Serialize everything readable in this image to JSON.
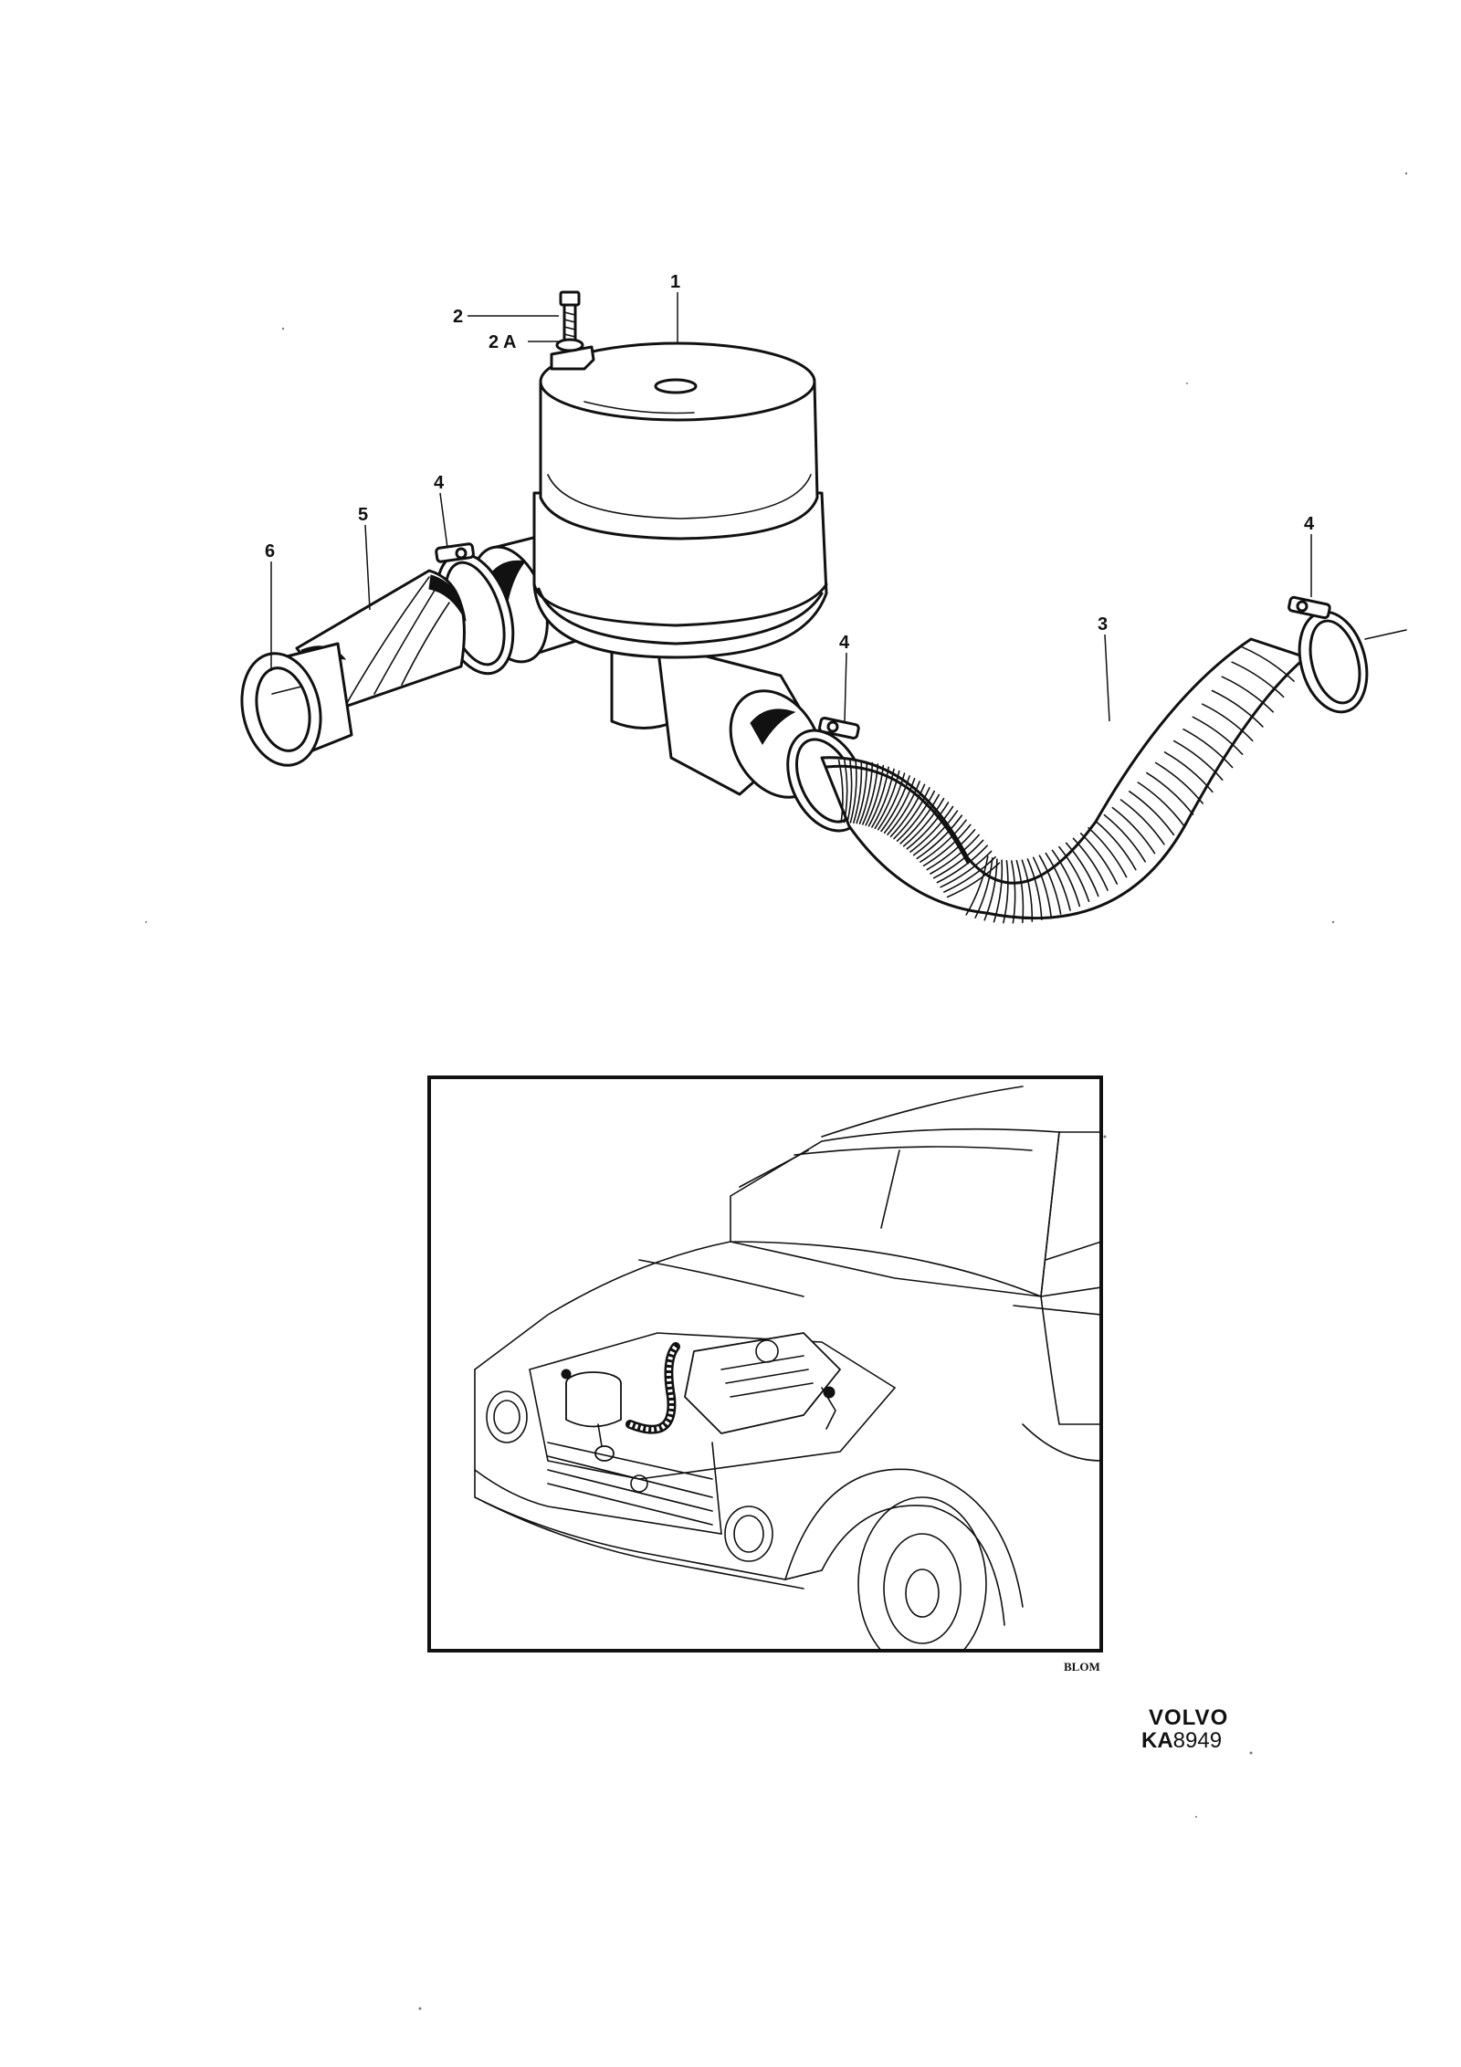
{
  "callouts": {
    "c1": "1",
    "c2": "2",
    "c2a": "2 A",
    "c3": "3",
    "c4a": "4",
    "c4b": "4",
    "c4c": "4",
    "c5": "5",
    "c6": "6"
  },
  "inset": {
    "credit": "BLOM"
  },
  "footer": {
    "brand": "VOLVO",
    "code_prefix": "KA",
    "code_number": "8949"
  }
}
